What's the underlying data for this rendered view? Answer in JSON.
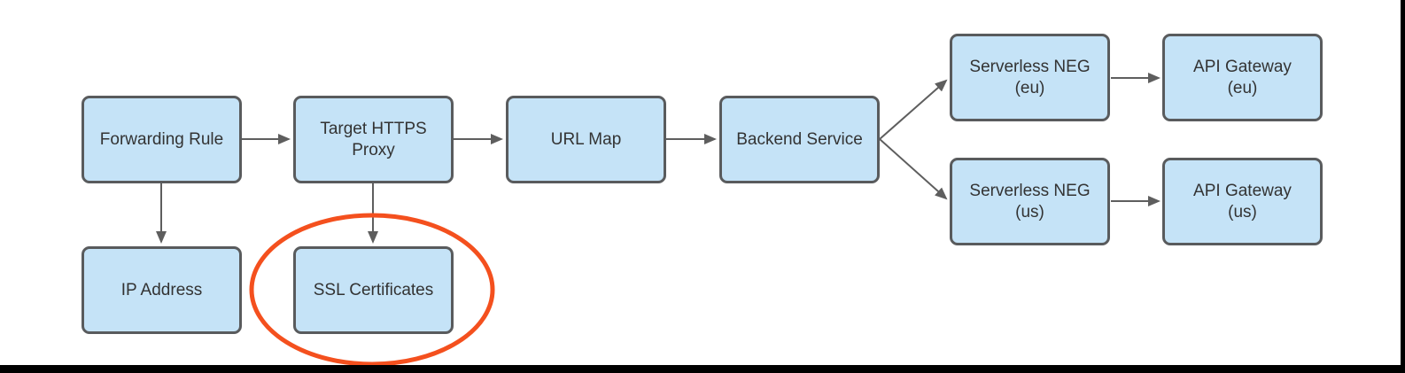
{
  "diagram": {
    "nodes": [
      {
        "id": "forwarding-rule",
        "label": "Forwarding Rule"
      },
      {
        "id": "target-https-proxy",
        "label": "Target HTTPS\nProxy"
      },
      {
        "id": "url-map",
        "label": "URL Map"
      },
      {
        "id": "backend-service",
        "label": "Backend Service"
      },
      {
        "id": "serverless-neg-eu",
        "label": "Serverless NEG\n(eu)"
      },
      {
        "id": "api-gateway-eu",
        "label": "API Gateway\n(eu)"
      },
      {
        "id": "serverless-neg-us",
        "label": "Serverless NEG\n(us)"
      },
      {
        "id": "api-gateway-us",
        "label": "API Gateway\n(us)"
      },
      {
        "id": "ip-address",
        "label": "IP Address"
      },
      {
        "id": "ssl-certificates",
        "label": "SSL Certificates"
      }
    ],
    "edges": [
      {
        "from": "forwarding-rule",
        "to": "target-https-proxy"
      },
      {
        "from": "target-https-proxy",
        "to": "url-map"
      },
      {
        "from": "url-map",
        "to": "backend-service"
      },
      {
        "from": "backend-service",
        "to": "serverless-neg-eu"
      },
      {
        "from": "backend-service",
        "to": "serverless-neg-us"
      },
      {
        "from": "serverless-neg-eu",
        "to": "api-gateway-eu"
      },
      {
        "from": "serverless-neg-us",
        "to": "api-gateway-us"
      },
      {
        "from": "forwarding-rule",
        "to": "ip-address"
      },
      {
        "from": "target-https-proxy",
        "to": "ssl-certificates"
      }
    ],
    "annotation": {
      "shape": "ellipse",
      "highlights": "ssl-certificates",
      "color": "#F4501E"
    },
    "colors": {
      "node_fill": "#C5E3F7",
      "node_border": "#595B5D",
      "node_text": "#333333",
      "arrow": "#5E5E5E",
      "highlight": "#F4501E",
      "background": "#FFFFFF",
      "frame": "#000000"
    }
  }
}
